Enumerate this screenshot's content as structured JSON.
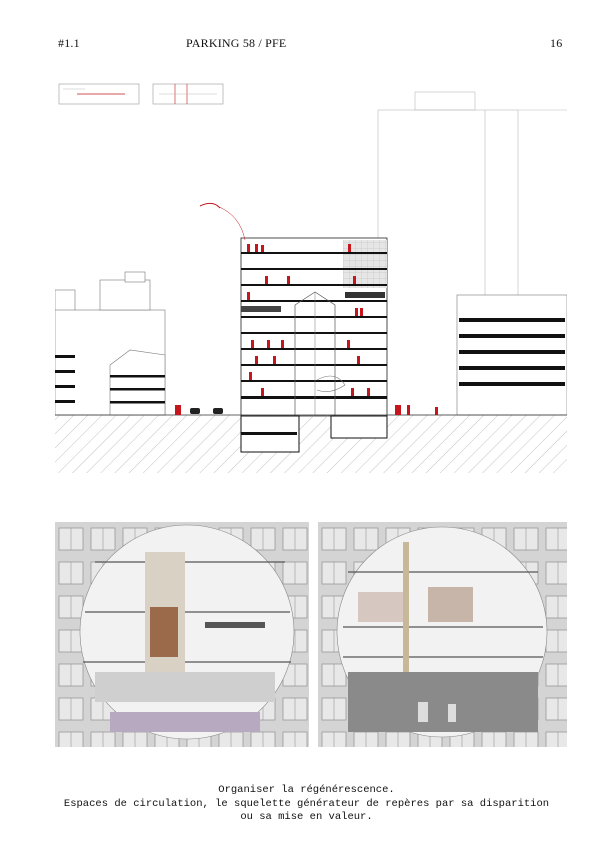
{
  "header": {
    "section_number": "#1.1",
    "title": "PARKING 58 / PFE",
    "page_number": "16"
  },
  "caption": {
    "line1": "Organiser la régénérescence.",
    "line2": "Espaces de circulation, le squelette générateur de repères par sa disparition",
    "line3": "ou sa mise en valeur."
  },
  "colors": {
    "accent_red": "#c4161c",
    "ink": "#111111",
    "facade_grey": "#cfcfcf"
  }
}
